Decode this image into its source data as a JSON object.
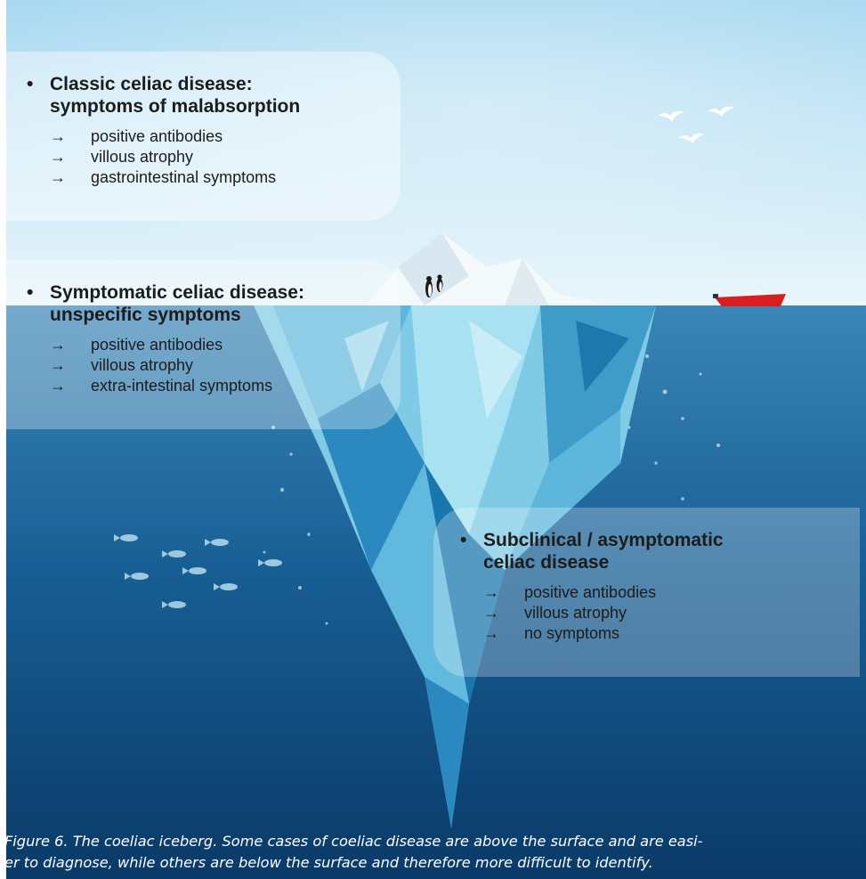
{
  "panels": [
    {
      "title": [
        "Classic celiac disease:",
        "symptoms of malabsorption"
      ],
      "items": [
        "positive antibodies",
        "villous atrophy",
        "gastrointestinal symptoms"
      ]
    },
    {
      "title": [
        "Symptomatic celiac disease:",
        "unspecific symptoms"
      ],
      "items": [
        "positive antibodies",
        "villous atrophy",
        "extra-intestinal symptoms"
      ]
    },
    {
      "title": [
        "Subclinical / asymptomatic",
        "celiac disease"
      ],
      "items": [
        "positive antibodies",
        "villous atrophy",
        "no symptoms"
      ]
    }
  ],
  "bullet": "•",
  "arrow": "→",
  "caption": {
    "line1": "Figure 6. The coeliac iceberg. Some cases of coeliac disease are above the surface and are easi-",
    "line2": "er to diagnose, while others are below the surface and therefore more difficult to identify."
  },
  "colors": {
    "sky_top": "#a9d9f1",
    "sky_bottom": "#e9f6fb",
    "water_top": "#3a86b8",
    "water_bottom": "#0a3a68",
    "ice_light": "#a8e2f2",
    "ice_dark": "#1a77ad",
    "boat": "#d81f1f"
  },
  "icons": [
    "seagull-icon",
    "penguin-icon",
    "boat-icon",
    "fish-icon"
  ]
}
